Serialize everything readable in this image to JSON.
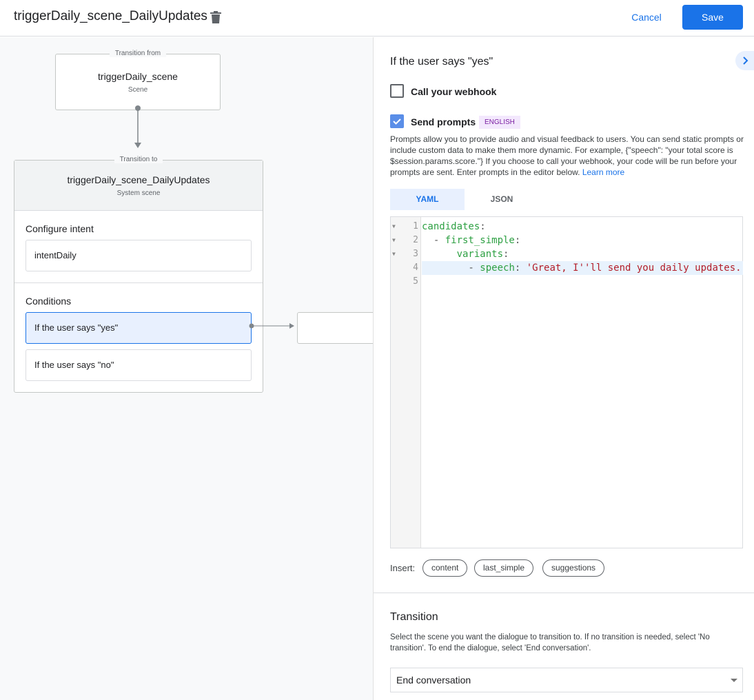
{
  "header": {
    "title": "triggerDaily_scene_DailyUpdates",
    "cancel_label": "Cancel",
    "save_label": "Save",
    "accent": "#1a73e8"
  },
  "canvas": {
    "from": {
      "legend": "Transition from",
      "name": "triggerDaily_scene",
      "type": "Scene"
    },
    "to": {
      "legend": "Transition to",
      "name": "triggerDaily_scene_DailyUpdates",
      "type": "System scene",
      "configure_intent_label": "Configure intent",
      "intent": "intentDaily",
      "conditions_label": "Conditions",
      "conditions": [
        {
          "label": "If the user says \"yes\"",
          "selected": true
        },
        {
          "label": "If the user says \"no\"",
          "selected": false
        }
      ]
    }
  },
  "panel": {
    "heading": "If the user says \"yes\"",
    "webhook": {
      "label": "Call your webhook",
      "checked": false
    },
    "prompts": {
      "label": "Send prompts",
      "checked": true,
      "badge": "ENGLISH",
      "description": "Prompts allow you to provide audio and visual feedback to users. You can send static prompts or include custom data to make them more dynamic. For example, {\"speech\": \"your total score is $session.params.score.\"} If you choose to call your webhook, your code will be run before your prompts are sent. Enter prompts in the editor below.",
      "learn_more": "Learn more"
    },
    "tabs": [
      {
        "label": "YAML",
        "active": true
      },
      {
        "label": "JSON",
        "active": false
      }
    ],
    "editor": {
      "line_numbers": [
        "1",
        "2",
        "3",
        "4",
        "5"
      ],
      "lines": [
        [
          {
            "t": "candidates",
            "c": "k"
          },
          {
            "t": ":",
            "c": "pn"
          }
        ],
        [
          {
            "t": "  - ",
            "c": "pn"
          },
          {
            "t": "first_simple",
            "c": "k"
          },
          {
            "t": ":",
            "c": "pn"
          }
        ],
        [
          {
            "t": "      ",
            "c": "pn"
          },
          {
            "t": "variants",
            "c": "k"
          },
          {
            "t": ":",
            "c": "pn"
          }
        ],
        [
          {
            "t": "        - ",
            "c": "pn"
          },
          {
            "t": "speech",
            "c": "k"
          },
          {
            "t": ": ",
            "c": "pn"
          },
          {
            "t": "'Great, I''ll send you daily updates.",
            "c": "s"
          }
        ],
        []
      ],
      "highlight_line": 4
    },
    "insert_label": "Insert:",
    "insert_chips": [
      "content",
      "last_simple",
      "suggestions"
    ],
    "transition": {
      "heading": "Transition",
      "description": "Select the scene you want the dialogue to transition to. If no transition is needed, select 'No transition'. To end the dialogue, select 'End conversation'.",
      "selected": "End conversation"
    }
  }
}
